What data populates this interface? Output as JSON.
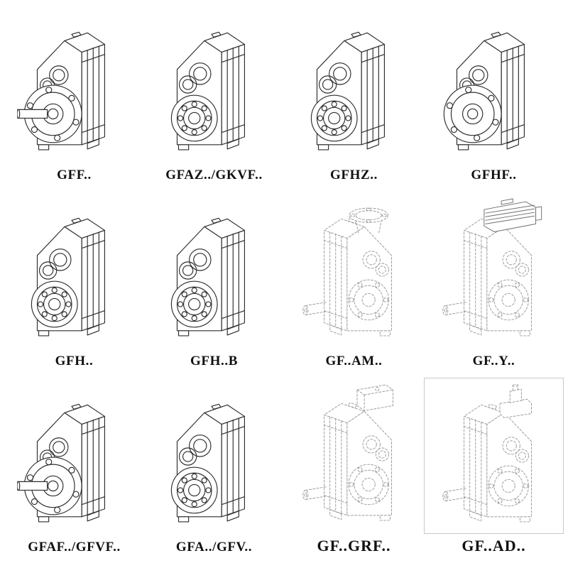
{
  "art": {
    "stroke_solid": "#2e2e2e",
    "stroke_dashed": "#9b9b9b",
    "label_color": "#101010",
    "background": "#ffffff"
  },
  "cells": [
    {
      "id": "gff",
      "label": "GFF..",
      "variant": "flange-shaft"
    },
    {
      "id": "gfaz-gkvf",
      "label": "GFAZ../GKVF..",
      "variant": "hollow-bore"
    },
    {
      "id": "gfhz",
      "label": "GFHZ..",
      "variant": "hollow-bore"
    },
    {
      "id": "gfhf",
      "label": "GFHF..",
      "variant": "flange"
    },
    {
      "id": "gfh",
      "label": "GFH..",
      "variant": "hollow-bore"
    },
    {
      "id": "gfh-b",
      "label": "GFH..B",
      "variant": "hollow-bore"
    },
    {
      "id": "gf-am",
      "label": "GF..AM..",
      "variant": "dashed-flange-top"
    },
    {
      "id": "gf-y",
      "label": "GF..Y..",
      "variant": "dashed-motor-top"
    },
    {
      "id": "gfaf-gfvf",
      "label": "GFAF../GFVF..",
      "variant": "flange-shaft"
    },
    {
      "id": "gfa-gfv",
      "label": "GFA../GFV..",
      "variant": "hollow-bore"
    },
    {
      "id": "gf-grf",
      "label": "GF..GRF..",
      "variant": "dashed-box-top"
    },
    {
      "id": "gf-ad",
      "label": "GF..AD..",
      "variant": "dashed-adapter-top"
    }
  ]
}
